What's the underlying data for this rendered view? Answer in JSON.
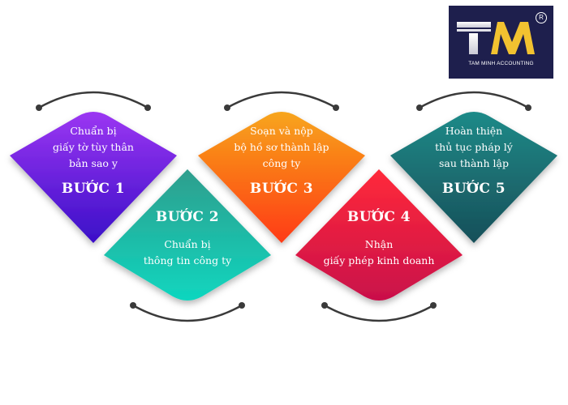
{
  "logo": {
    "mark": "TM",
    "registered": "R",
    "company": "TAM MINH ACCOUNTING"
  },
  "steps": [
    {
      "step_label": "BƯỚC 1",
      "lines": [
        "Chuẩn bị",
        "giấy tờ tùy thân",
        "bản sao y"
      ],
      "color_start": "#9b36f2",
      "color_end": "#3a0fc8"
    },
    {
      "step_label": "BƯỚC 2",
      "lines": [
        "Chuẩn bị",
        "thông tin công ty"
      ],
      "color_start": "#2f9e8d",
      "color_end": "#0fd6bf"
    },
    {
      "step_label": "BƯỚC 3",
      "lines": [
        "Soạn và nộp",
        "bộ hồ sơ thành lập",
        "công ty"
      ],
      "color_start": "#f7a51c",
      "color_end": "#ff3a12"
    },
    {
      "step_label": "BƯỚC 4",
      "lines": [
        "Nhận",
        "giấy phép kinh doanh"
      ],
      "color_start": "#ff2a3a",
      "color_end": "#c9104a"
    },
    {
      "step_label": "BƯỚC 5",
      "lines": [
        "Hoàn thiện",
        "thủ tục pháp lý",
        "sau thành lập"
      ],
      "color_start": "#1f8a88",
      "color_end": "#174f59"
    }
  ]
}
